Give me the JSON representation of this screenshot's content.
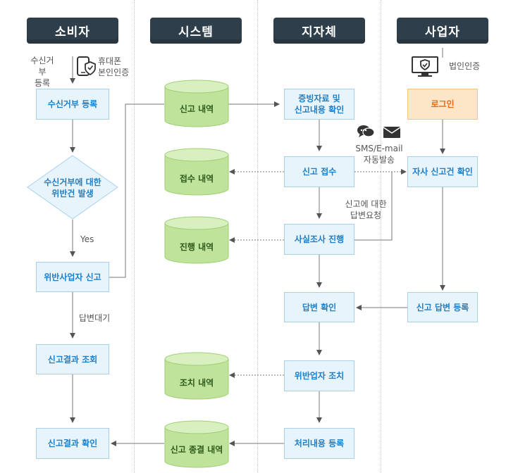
{
  "lanes": {
    "consumer": "소비자",
    "system": "시스템",
    "local_gov": "지자체",
    "business": "사업자"
  },
  "consumer": {
    "note_reject_register": "수신거부\n등록",
    "note_phone_auth": "휴대폰\n본인인증",
    "box_register": "수신거부 등록",
    "diamond_violation": "수신거부에 대한\n위반건 발생",
    "label_yes": "Yes",
    "box_report": "위반사업자 신고",
    "label_wait": "답변대기",
    "box_result_query": "신고결과 조회",
    "box_result_confirm": "신고결과 확인"
  },
  "system": {
    "db_report": "신고 내역",
    "db_receipt": "접수 내역",
    "db_progress": "진행 내역",
    "db_action": "조치 내역",
    "db_closed": "신고 종결 내역"
  },
  "local_gov": {
    "box_evidence": "증빙자료 및\n신고내용 확인",
    "note_sms": "SMS/E-mail\n자동발송",
    "box_receipt": "신고 접수",
    "note_reply_request": "신고에 대한\n답변요청",
    "box_investigation": "사실조사 진행",
    "box_answer_confirm": "답변 확인",
    "box_violator_action": "위반업자 조치",
    "box_process_register": "처리내용 등록"
  },
  "business": {
    "note_corp_auth": "법인인증",
    "box_login": "로그인",
    "box_check_report": "자사 신고건 확인",
    "box_reply_register": "신고 답변 등록"
  },
  "colors": {
    "header_bg": "#2e3e4b",
    "box_bg": "#e8f4fc",
    "box_text": "#1f7fc8",
    "login_bg": "#fde6c8",
    "login_text": "#ea6a0c",
    "db_fill": "#bfe39a",
    "db_text": "#2e5a1c"
  }
}
